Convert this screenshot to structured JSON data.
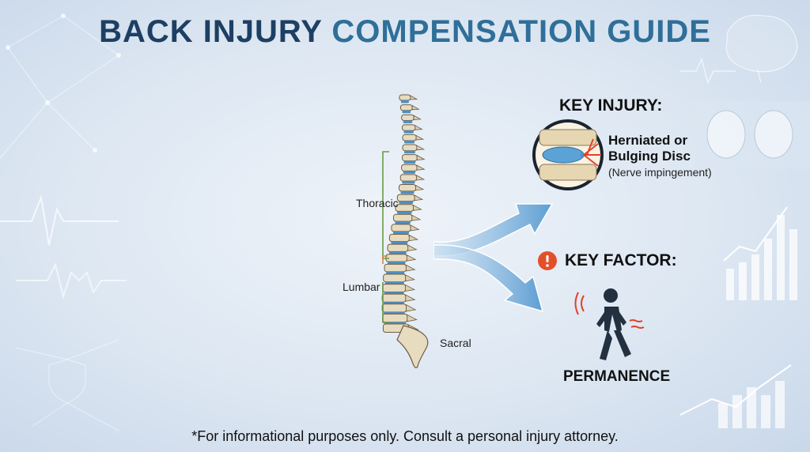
{
  "title": {
    "part1": "BACK INJURY",
    "part2": "COMPENSATION GUIDE"
  },
  "spine": {
    "thoracic_label": "Thoracic",
    "lumbar_label": "Lumbar",
    "sacral_label": "Sacral"
  },
  "key_injury": {
    "heading": "KEY INJURY:",
    "line1": "Herniated or",
    "line2": "Bulging Disc",
    "note": "(Nerve impingement)",
    "icon": "herniated-disc-icon"
  },
  "key_factor": {
    "heading": "KEY FACTOR:",
    "label": "PERMANENCE",
    "icon": "exclamation-icon"
  },
  "footer": "*For informational purposes only. Consult a personal injury attorney.",
  "colors": {
    "title_dark": "#1d3f63",
    "title_accent": "#2f6f99",
    "thoracic_bracket": "#6a9a4a",
    "lumbar_bracket": "#d8844a",
    "warning": "#e2502a",
    "pain": "#e2402a"
  }
}
